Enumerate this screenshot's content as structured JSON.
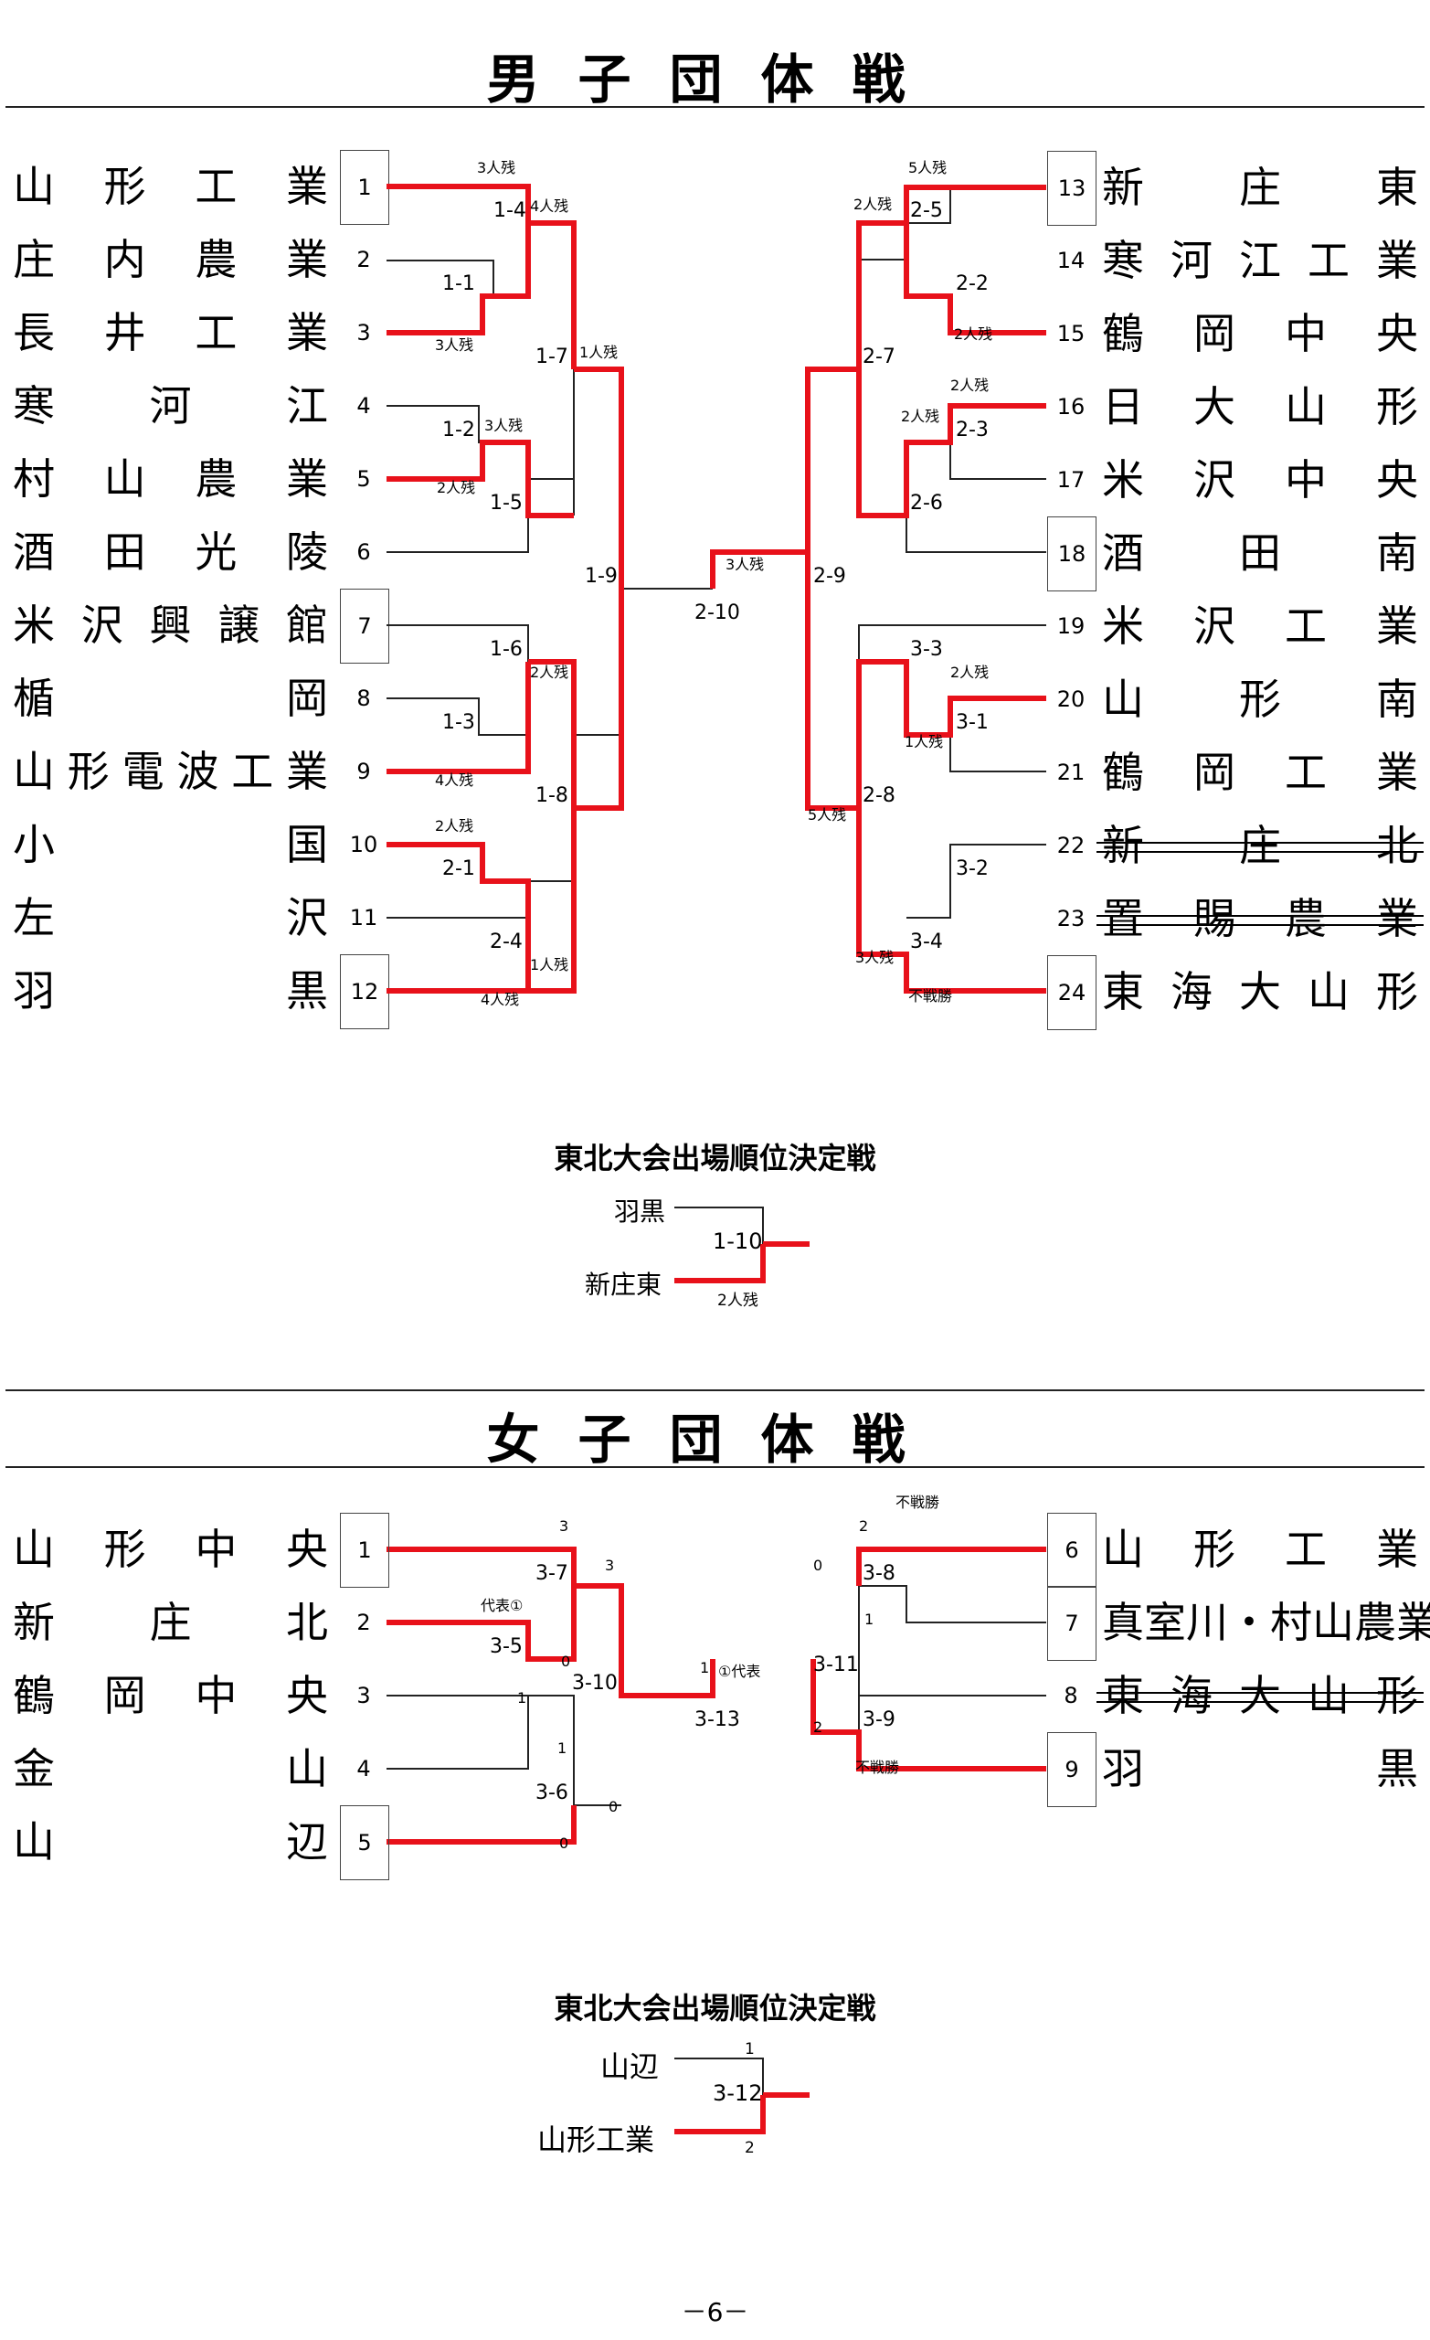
{
  "boys": {
    "title": "男子団体戦",
    "left": [
      {
        "seed": "1",
        "name": "山形工業",
        "box": true
      },
      {
        "seed": "2",
        "name": "庄内農業"
      },
      {
        "seed": "3",
        "name": "長井工業"
      },
      {
        "seed": "4",
        "name": "寒河江"
      },
      {
        "seed": "5",
        "name": "村山農業"
      },
      {
        "seed": "6",
        "name": "酒田光陵"
      },
      {
        "seed": "7",
        "name": "米沢興譲館",
        "box": true
      },
      {
        "seed": "8",
        "name": "楯岡"
      },
      {
        "seed": "9",
        "name": "山形電波工業"
      },
      {
        "seed": "10",
        "name": "小国"
      },
      {
        "seed": "11",
        "name": "左沢"
      },
      {
        "seed": "12",
        "name": "羽黒",
        "box": true
      }
    ],
    "right": [
      {
        "seed": "13",
        "name": "新庄東",
        "box": true
      },
      {
        "seed": "14",
        "name": "寒河江工業"
      },
      {
        "seed": "15",
        "name": "鶴岡中央"
      },
      {
        "seed": "16",
        "name": "日大山形"
      },
      {
        "seed": "17",
        "name": "米沢中央"
      },
      {
        "seed": "18",
        "name": "酒田南",
        "box": true
      },
      {
        "seed": "19",
        "name": "米沢工業"
      },
      {
        "seed": "20",
        "name": "山形南"
      },
      {
        "seed": "21",
        "name": "鶴岡工業"
      },
      {
        "seed": "22",
        "name": "新庄北",
        "struck": true
      },
      {
        "seed": "23",
        "name": "置賜農業",
        "struck": true
      },
      {
        "seed": "24",
        "name": "東海大山形",
        "box": true
      }
    ],
    "playoff_title": "東北大会出場順位決定戦",
    "playoff_top": "羽黒",
    "playoff_bottom": "新庄東",
    "playoff_match": "1-10",
    "playoff_score": "2人残"
  },
  "girls": {
    "title": "女子団体戦",
    "left": [
      {
        "seed": "1",
        "name": "山形中央",
        "box": true
      },
      {
        "seed": "2",
        "name": "新庄北"
      },
      {
        "seed": "3",
        "name": "鶴岡中央"
      },
      {
        "seed": "4",
        "name": "金山"
      },
      {
        "seed": "5",
        "name": "山辺",
        "box": true
      }
    ],
    "right": [
      {
        "seed": "6",
        "name": "山形工業",
        "box": true
      },
      {
        "seed": "7",
        "name": "真室川・村山農業",
        "box": true
      },
      {
        "seed": "8",
        "name": "東海大山形",
        "struck": true
      },
      {
        "seed": "9",
        "name": "羽黒",
        "box": true
      }
    ],
    "playoff_title": "東北大会出場順位決定戦",
    "playoff_top": "山辺",
    "playoff_bottom": "山形工業",
    "playoff_match": "3-12",
    "playoff_top_score": "1",
    "playoff_bottom_score": "2"
  },
  "labels": {
    "m1_1": "1-1",
    "m1_2": "1-2",
    "m1_3": "1-3",
    "m1_4": "1-4",
    "m1_5": "1-5",
    "m1_6": "1-6",
    "m1_7": "1-7",
    "m1_8": "1-8",
    "m1_9": "1-9",
    "m2_1": "2-1",
    "m2_2": "2-2",
    "m2_3": "2-3",
    "m2_4": "2-4",
    "m2_5": "2-5",
    "m2_6": "2-6",
    "m2_7": "2-7",
    "m2_8": "2-8",
    "m2_9": "2-9",
    "m2_10": "2-10",
    "m3_1": "3-1",
    "m3_2": "3-2",
    "m3_3": "3-3",
    "m3_4": "3-4",
    "g3_5": "3-5",
    "g3_6": "3-6",
    "g3_7": "3-7",
    "g3_8": "3-8",
    "g3_9": "3-9",
    "g3_10": "3-10",
    "g3_11": "3-11",
    "g3_13": "3-13",
    "r3": "3人残",
    "r4": "4人残",
    "r2": "2人残",
    "r1": "1人残",
    "r5": "5人残",
    "bye": "不戦勝",
    "d1": "代表①",
    "d1b": "①代表",
    "n0": "0",
    "n1": "1",
    "n2": "2",
    "n3": "3"
  },
  "page_number": "－6－"
}
